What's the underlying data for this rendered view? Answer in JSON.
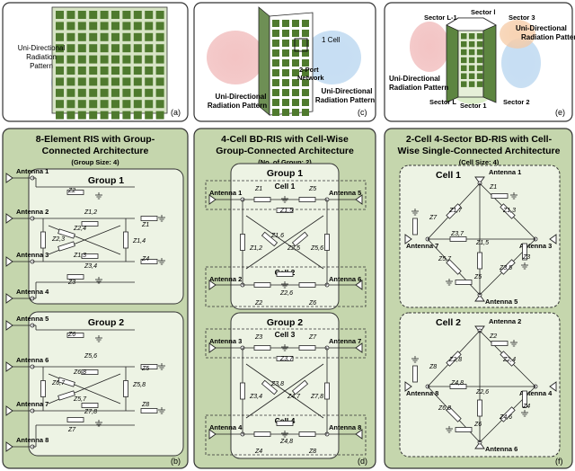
{
  "colors": {
    "panel_bg": "#c5d6ad",
    "group_bg": "#edf3e4",
    "ris_dark": "#4f7a2e",
    "ris_light": "#d7e4c5",
    "red_pattern": "#f0b9b9",
    "blue_pattern": "#b7d5ef",
    "orange_pattern": "#f6c8a1",
    "line": "#222222"
  },
  "top": {
    "a": {
      "label": "(a)",
      "pattern_label": [
        "Uni-Directional",
        "Radiation",
        "Pattern"
      ]
    },
    "c": {
      "label": "(c)",
      "cell_label": "1 Cell",
      "network_label": [
        "2-Port",
        "Network"
      ],
      "left_label": [
        "Uni-Directional",
        "Radiation Pattern"
      ],
      "right_label": [
        "Uni-Directional",
        "Radiation Pattern"
      ]
    },
    "e": {
      "label": "(e)",
      "sectors": [
        "Sector L-1",
        "Sector l",
        "Sector 3",
        "Sector L",
        "Sector 1",
        "Sector 2"
      ],
      "left_label": [
        "Uni-Directional",
        "Radiation Pattern"
      ],
      "right_label": [
        "Uni-Directional",
        "Radiation Pattern"
      ]
    }
  },
  "panel_b": {
    "title": [
      "8-Element RIS with Group-",
      "Connected Architecture"
    ],
    "subtitle": "(Group Size: 4)",
    "label": "(b)",
    "groups": [
      "Group 1",
      "Group 2"
    ],
    "antennas": [
      "Antenna 1",
      "Antenna 2",
      "Antenna 3",
      "Antenna 4",
      "Antenna 5",
      "Antenna 6",
      "Antenna 7",
      "Antenna 8"
    ],
    "g1_impedances": [
      "Z2",
      "Z1,2",
      "Z2,4",
      "Z2,3",
      "Z1,4",
      "Z1,3",
      "Z1",
      "Z3,4",
      "Z4",
      "Z3"
    ],
    "g2_impedances": [
      "Z6",
      "Z5,6",
      "Z6,8",
      "Z6,7",
      "Z5,8",
      "Z5,7",
      "Z5",
      "Z7,8",
      "Z8",
      "Z7"
    ]
  },
  "panel_d": {
    "title": [
      "4-Cell BD-RIS with Cell-Wise",
      "Group-Connected Architecture"
    ],
    "subtitle": "(No. of Group: 2)",
    "label": "(d)",
    "groups": [
      "Group 1",
      "Group 2"
    ],
    "cells": [
      "Cell 1",
      "Cell 2",
      "Cell 3",
      "Cell 4"
    ],
    "antennas": [
      "Antenna 1",
      "Antenna 5",
      "Antenna 2",
      "Antenna 6",
      "Antenna 3",
      "Antenna 7",
      "Antenna 4",
      "Antenna 8"
    ],
    "g1_impedances": [
      "Z1",
      "Z5",
      "Z1,5",
      "Z1,2",
      "Z1,6",
      "Z2,5",
      "Z5,6",
      "Z2,6",
      "Z2",
      "Z6"
    ],
    "g2_impedances": [
      "Z3",
      "Z7",
      "Z3,7",
      "Z3,4",
      "Z3,8",
      "Z4,7",
      "Z7,8",
      "Z4,8",
      "Z4",
      "Z8"
    ]
  },
  "panel_f": {
    "title": [
      "2-Cell 4-Sector BD-RIS with Cell-",
      "Wise Single-Connected Architecture"
    ],
    "subtitle": "(Cell Size: 4)",
    "label": "(f)",
    "cells": [
      "Cell 1",
      "Cell 2"
    ],
    "antennas": [
      "Antenna 1",
      "Antenna 7",
      "Antenna 3",
      "Antenna 5",
      "Antenna 2",
      "Antenna 8",
      "Antenna 4",
      "Antenna 6"
    ],
    "c1_impedances": [
      "Z1",
      "Z1,7",
      "Z1,3",
      "Z7",
      "Z3,7",
      "Z5,7",
      "Z1,5",
      "Z3,5",
      "Z3",
      "Z5"
    ],
    "c2_impedances": [
      "Z2",
      "Z2,8",
      "Z2,4",
      "Z8",
      "Z4,8",
      "Z6,8",
      "Z2,6",
      "Z4,6",
      "Z4",
      "Z6"
    ]
  }
}
